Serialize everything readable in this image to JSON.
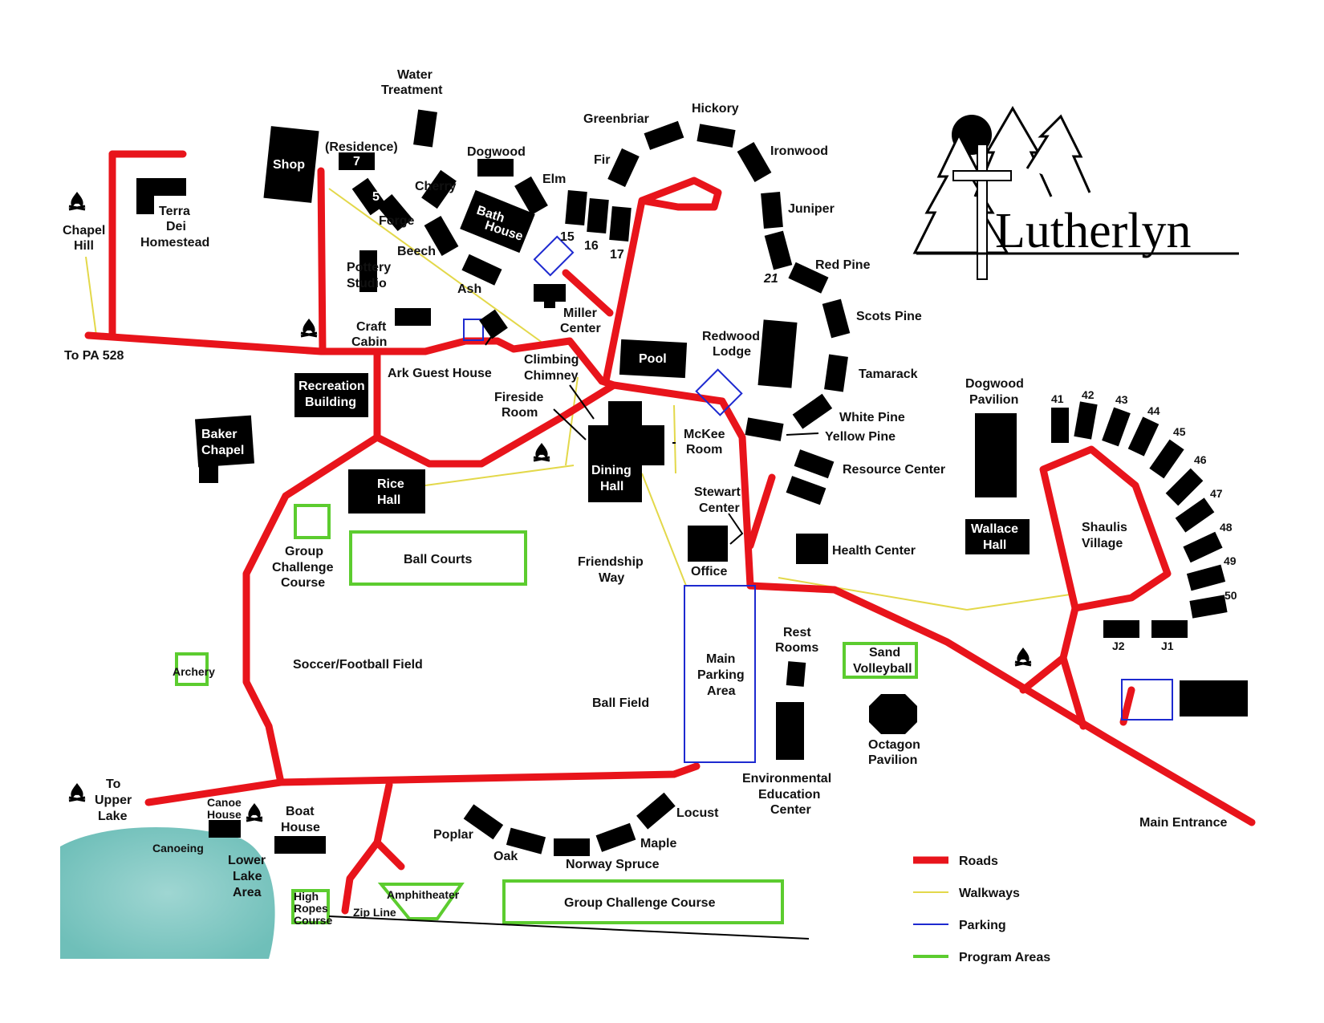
{
  "logo": {
    "name": "Lutherlyn"
  },
  "colors": {
    "roads": "#e8141b",
    "walkways": "#e3d84a",
    "parking": "#1e2ad0",
    "program_areas": "#5ccc2f",
    "lake": "#7ec8c4"
  },
  "icons": [
    "campfire-icon",
    "cross-icon",
    "pine-tree-icon",
    "sun-icon"
  ],
  "legend": {
    "roads": "Roads",
    "walkways": "Walkways",
    "parking": "Parking",
    "program_areas": "Program Areas"
  },
  "labels": {
    "water_treatment": [
      "Water",
      "Treatment"
    ],
    "residence": "(Residence)",
    "shop": "Shop",
    "cabin_7": "7",
    "cabin_5": "5",
    "dogwood": "Dogwood",
    "cherry": "Cherry",
    "elm": "Elm",
    "forge": "Forge",
    "bath_house": [
      "Bath",
      "House"
    ],
    "beech": "Beech",
    "cabin_15": "15",
    "cabin_16": "16",
    "cabin_17": "17",
    "greenbriar": "Greenbriar",
    "hickory": "Hickory",
    "ironwood": "Ironwood",
    "fir": "Fir",
    "juniper": "Juniper",
    "red_pine": "Red Pine",
    "cabin_21": "21",
    "scots_pine": "Scots Pine",
    "tamarack": "Tamarack",
    "white_pine": "White Pine",
    "yellow_pine": "Yellow Pine",
    "resource_center": "Resource Center",
    "health_center": "Health Center",
    "pottery_studio": [
      "Pottery",
      "Studio"
    ],
    "ash": "Ash",
    "miller_center": [
      "Miller",
      "Center"
    ],
    "craft_cabin": [
      "Craft",
      "Cabin"
    ],
    "ark_guest_house": "Ark Guest House",
    "climbing_chimney": [
      "Climbing",
      "Chimney"
    ],
    "pool": "Pool",
    "redwood_lodge": [
      "Redwood",
      "Lodge"
    ],
    "fireside_room": [
      "Fireside",
      "Room"
    ],
    "mckee_room": [
      "McKee",
      "Room"
    ],
    "dining_hall": [
      "Dining",
      "Hall"
    ],
    "stewart_center": [
      "Stewart",
      "Center"
    ],
    "office": "Office",
    "chapel_hill": [
      "Chapel",
      "Hill"
    ],
    "terra_dei": [
      "Terra",
      "Dei",
      "Homestead"
    ],
    "to_pa_528": "To PA 528",
    "recreation_building": [
      "Recreation",
      "Building"
    ],
    "baker_chapel": [
      "Baker",
      "Chapel"
    ],
    "rice_hall": [
      "Rice",
      "Hall"
    ],
    "group_challenge_course_small": [
      "Group",
      "Challenge",
      "Course"
    ],
    "ball_courts": "Ball Courts",
    "friendship_way": [
      "Friendship",
      "Way"
    ],
    "soccer_field": "Soccer/Football Field",
    "archery": "Archery",
    "ball_field": "Ball Field",
    "main_parking": [
      "Main",
      "Parking",
      "Area"
    ],
    "rest_rooms": [
      "Rest",
      "Rooms"
    ],
    "sand_volleyball": [
      "Sand",
      "Volleyball"
    ],
    "octagon_pavilion": [
      "Octagon",
      "Pavilion"
    ],
    "environmental_ed": [
      "Environmental",
      "Education",
      "Center"
    ],
    "dogwood_pavilion": [
      "Dogwood",
      "Pavilion"
    ],
    "wallace_hall": [
      "Wallace",
      "Hall"
    ],
    "shaulis_village": [
      "Shaulis",
      "Village"
    ],
    "cabins_41_50": [
      "41",
      "42",
      "43",
      "44",
      "45",
      "46",
      "47",
      "48",
      "49",
      "50"
    ],
    "j2": "J2",
    "j1": "J1",
    "main_entrance": "Main Entrance",
    "to_upper_lake": [
      "To",
      "Upper",
      "Lake"
    ],
    "canoe_house": [
      "Canoe",
      "House"
    ],
    "boat_house": [
      "Boat",
      "House"
    ],
    "canoeing": "Canoeing",
    "lower_lake": [
      "Lower",
      "Lake",
      "Area"
    ],
    "high_ropes": [
      "High",
      "Ropes",
      "Course"
    ],
    "zip_line": "Zip Line",
    "amphitheater": "Amphitheater",
    "poplar": "Poplar",
    "oak": "Oak",
    "norway_spruce": "Norway Spruce",
    "maple": "Maple",
    "locust": "Locust",
    "group_challenge_course_large": "Group Challenge Course"
  }
}
